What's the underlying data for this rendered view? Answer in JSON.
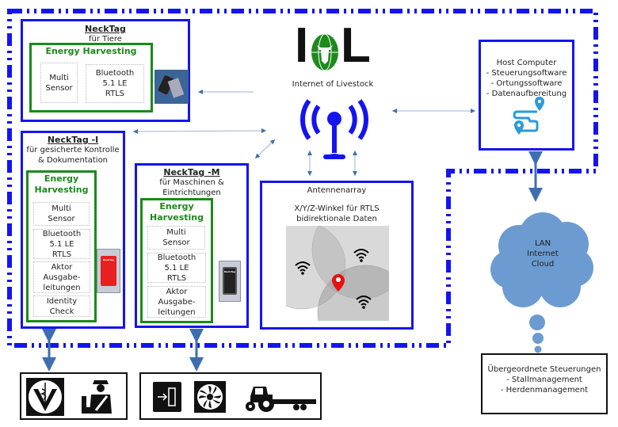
{
  "logo": {
    "letters_left": "I",
    "letters_right": "L",
    "caption": "Internet of Livestock"
  },
  "necktag_tiere": {
    "title": "NeckTag ",
    "subtitle": "für Tiere",
    "energy": "Energy Harvesting",
    "modules": [
      "Multi\nSensor",
      "Bluetooth\n5.1 LE\nRTLS"
    ]
  },
  "necktag_i": {
    "title": "NeckTag -I",
    "subtitle": "für gesicherte Kontrolle\n& Dokumentation",
    "energy": "Energy\nHarvesting",
    "modules": [
      "Multi\nSensor",
      "Bluetooth\n5.1 LE\nRTLS",
      "Aktor\nAusgabe-\nleitungen",
      "Identity\nCheck"
    ],
    "device_label": "NeckTag",
    "device_color": "#e82020"
  },
  "necktag_m": {
    "title": "NeckTag -M",
    "subtitle": "für Maschinen &\nEintrichtungen",
    "energy": "Energy\nHarvesting",
    "modules": [
      "Multi\nSensor",
      "Bluetooth\n5.1 LE\nRTLS",
      "Aktor\nAusgabe-\nleitungen"
    ],
    "device_label": "NeckTag",
    "device_color": "#222222"
  },
  "antenna": {
    "title": "Antennenarray",
    "line1": "X/Y/Z-Winkel für RTLS",
    "line2": "bidirektionale Daten"
  },
  "host": {
    "title": "Host Computer",
    "items": [
      "- Steuerungsoftware",
      "- Ortungssoftware",
      "- Datenaufbereitung"
    ]
  },
  "cloud": {
    "text": "LAN\nInternet\nCloud",
    "color": "#6b9bd1"
  },
  "superior": {
    "title": "Übergeordnete Steuerungen",
    "items": [
      "- Stallmanagement",
      "- Herdenmanagement"
    ]
  },
  "icons_left": [
    "veterinary-icon",
    "inspector-icon"
  ],
  "icons_right": [
    "door-exit-icon",
    "fan-icon",
    "tractor-icon"
  ],
  "colors": {
    "frame_blue": "#1414f0",
    "energy_green": "#1a8a1a",
    "arrow_blue": "#3d6fb0",
    "logo_green": "#1e8a1e"
  }
}
